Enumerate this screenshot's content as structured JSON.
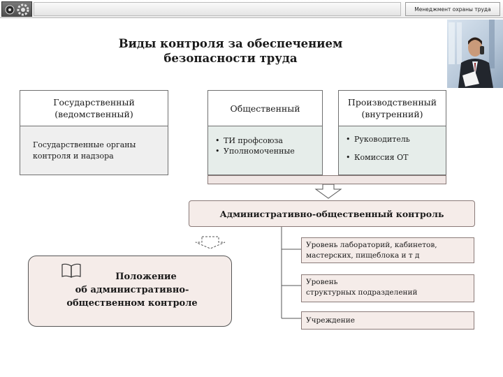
{
  "header": {
    "brand": "Менеджмент охраны труда"
  },
  "title": {
    "line1": "Виды контроля за обеспечением",
    "line2": "безопасности труда"
  },
  "types": [
    {
      "heading_line1": "Государственный",
      "heading_line2": "(ведомственный)",
      "body_line1": "Государственные органы",
      "body_line2": "контроля и надзора"
    },
    {
      "heading_line1": "Общественный",
      "bullets": [
        "ТИ профсоюза",
        "Уполномоченные"
      ]
    },
    {
      "heading_line1": "Производственный",
      "heading_line2": "(внутренний)",
      "bullets": [
        "Руководитель",
        "Комиссия ОТ"
      ]
    }
  ],
  "admin_control": "Административно-общественный контроль",
  "levels": [
    {
      "line1": "Уровень лабораторий, кабинетов,",
      "line2": "мастерских,  пищеблока и т д"
    },
    {
      "line1": "Уровень",
      "line2": "структурных подразделений"
    },
    {
      "line1": "Учреждение"
    }
  ],
  "regulation": {
    "line1": "Положение",
    "line2": "об административно-",
    "line3": "общественном контроле"
  },
  "icons": {
    "logo": "gear-icon",
    "book": "book-icon",
    "arrow": "arrow-down-icon",
    "bullet": "bullet-icon"
  },
  "colors": {
    "admin_fill": "#f5ece9",
    "green_fill": "#e6edea",
    "gray_fill": "#efefef"
  }
}
